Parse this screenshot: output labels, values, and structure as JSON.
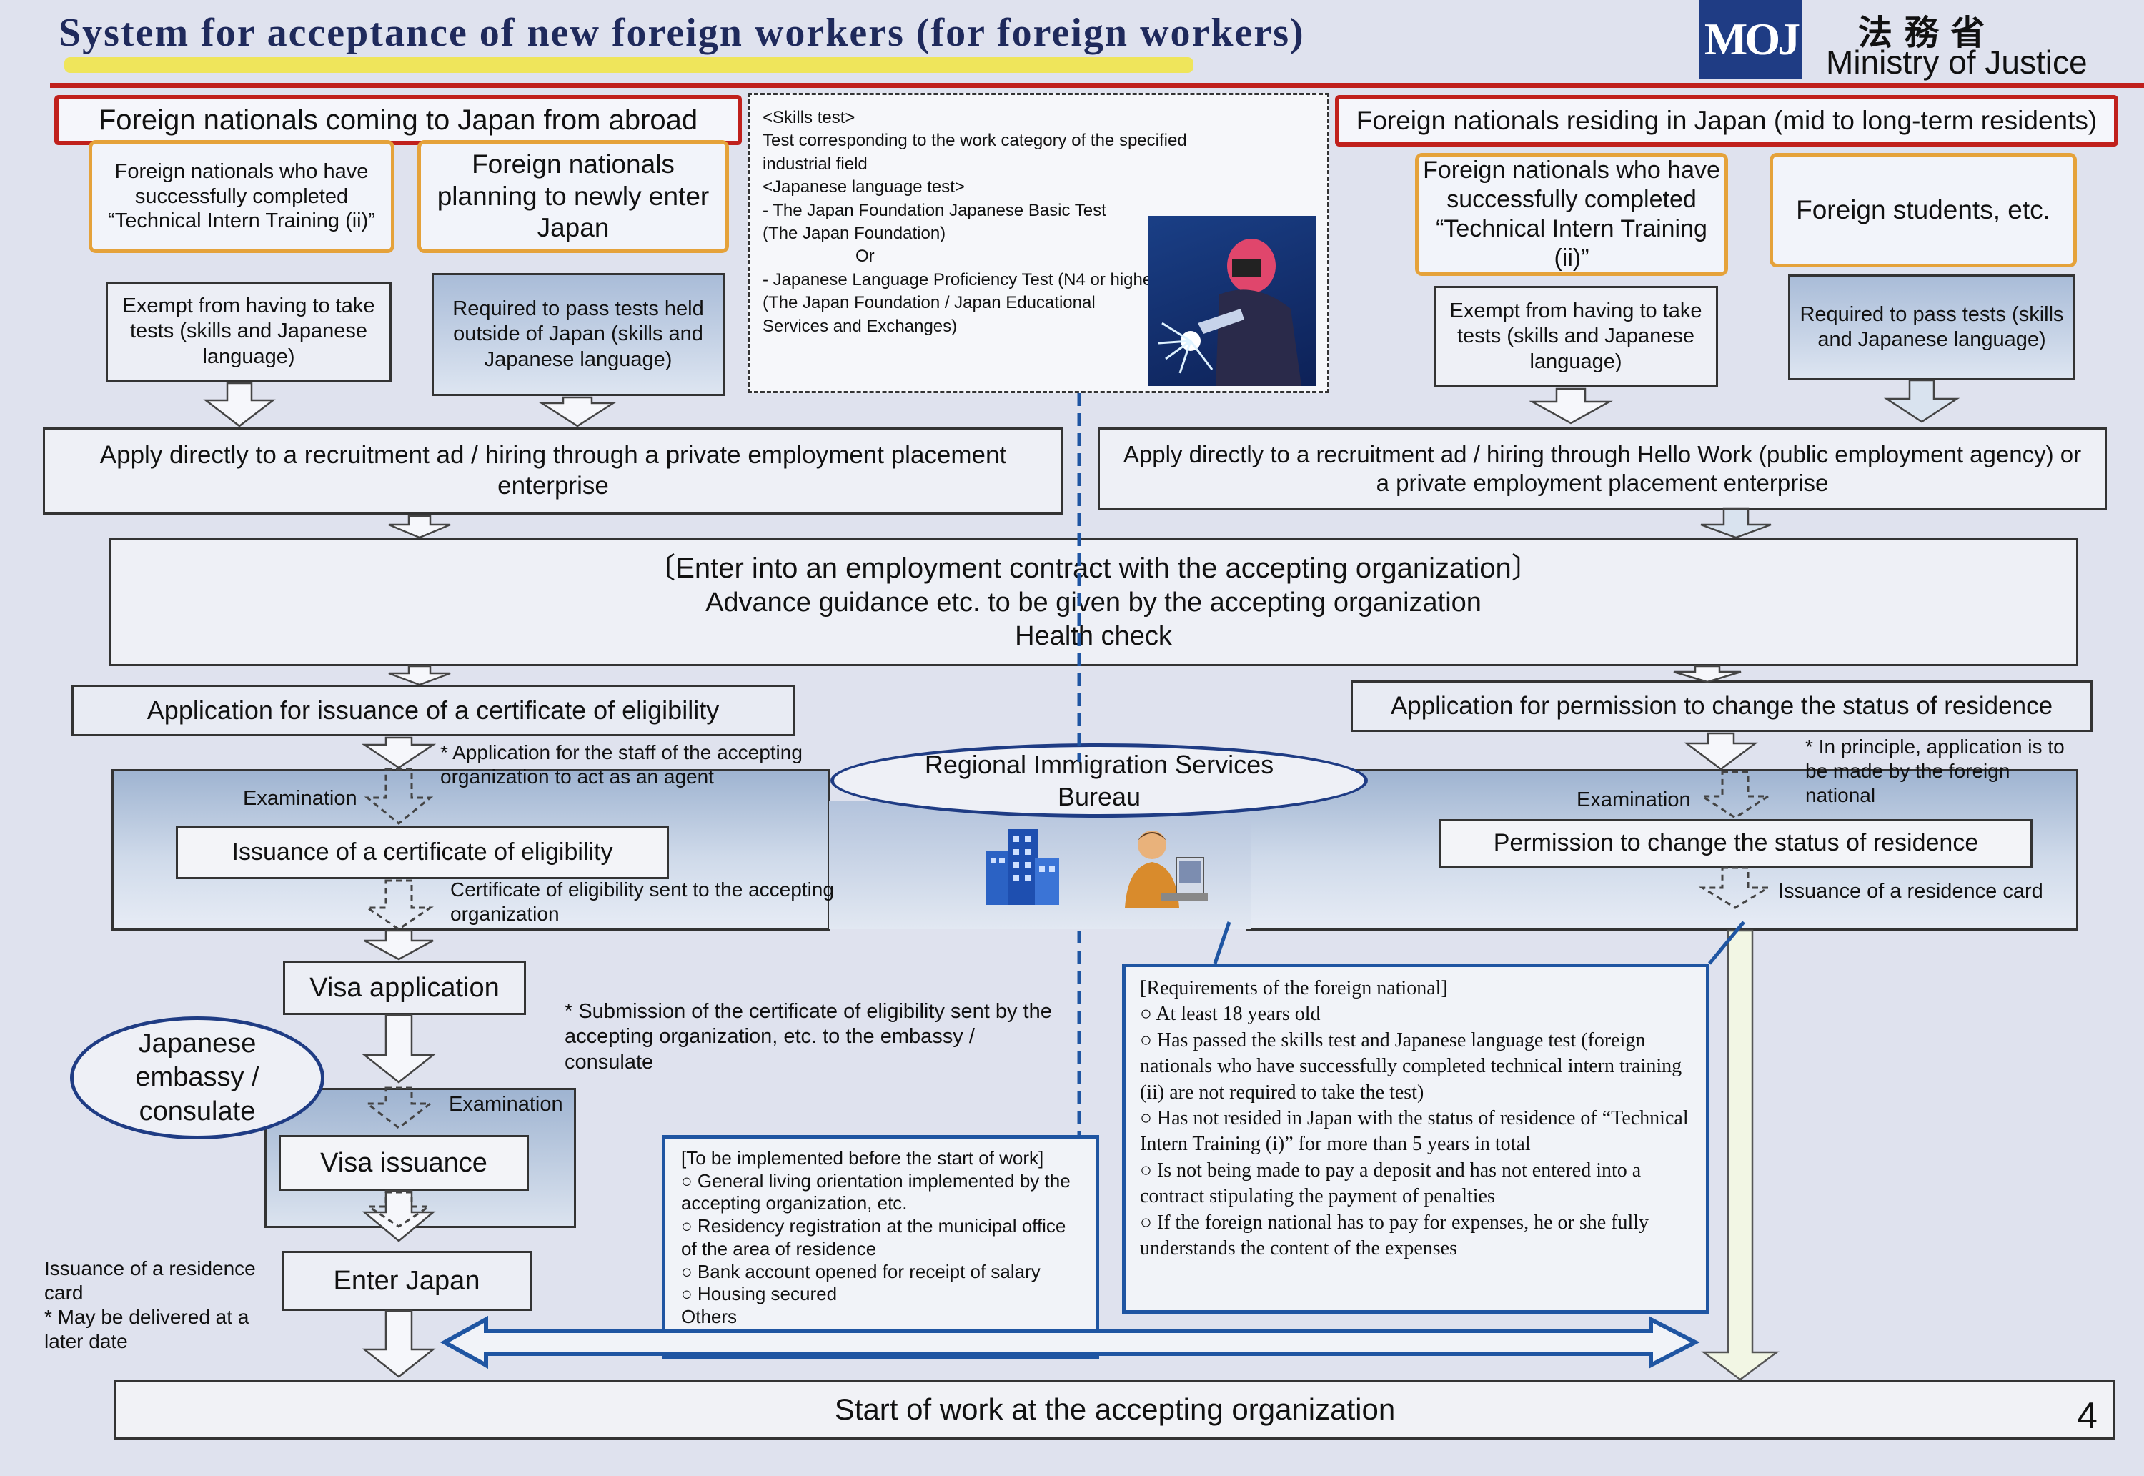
{
  "header": {
    "title": "System for acceptance of new foreign workers (for foreign workers)",
    "logo_text": "MOJ",
    "ministry_jp": "法 務 省",
    "ministry_en": "Ministry of Justice"
  },
  "left_group": {
    "heading": "Foreign nationals coming to Japan from abroad",
    "col1": {
      "label": "Foreign nationals who have successfully completed “Technical Intern Training (ii)”",
      "requirement": "Exempt from having to take tests (skills and Japanese language)"
    },
    "col2": {
      "label": "Foreign nationals planning to newly enter Japan",
      "requirement": "Required to pass tests held outside of Japan (skills and Japanese language)"
    }
  },
  "right_group": {
    "heading": "Foreign nationals residing in Japan (mid to long-term residents)",
    "col1": {
      "label": "Foreign nationals who have successfully completed “Technical Intern Training (ii)”",
      "requirement": "Exempt from having to take tests (skills and Japanese language)"
    },
    "col2": {
      "label": "Foreign students, etc.",
      "requirement": "Required to pass tests (skills and Japanese language)"
    }
  },
  "tests_box": {
    "lines": [
      "<Skills test>",
      "Test corresponding to the work category of the specified industrial field",
      "<Japanese language test>",
      "-      The Japan Foundation Japanese Basic Test",
      "(The Japan Foundation)",
      "Or",
      "-      Japanese Language Proficiency Test (N4 or higher)",
      "(The Japan Foundation / Japan Educational Services and Exchanges)"
    ]
  },
  "flow": {
    "apply_left": "Apply directly to a recruitment ad / hiring through a private employment placement enterprise",
    "apply_right": "Apply directly to a recruitment ad / hiring through Hello Work (public employment agency) or a private employment placement enterprise",
    "contract_line1": "〔Enter into an employment contract with the accepting organization〕",
    "contract_line2": "Advance guidance etc. to be given by the accepting organization",
    "contract_line3": "Health check",
    "coe_application": "Application for issuance of a certificate of eligibility",
    "change_application": "Application for permission to change the status of residence",
    "agent_note": "* Application for the staff of the accepting organization to act as an agent",
    "principle_note": "* In principle, application is to be made by the foreign national",
    "examination_left": "Examination",
    "examination_right": "Examination",
    "bureau": "Regional Immigration Services Bureau",
    "coe_issuance": "Issuance of a certificate of eligibility",
    "coe_sent": "Certificate of eligibility sent to the accepting organization",
    "permission_change": "Permission to change the status of residence",
    "residence_card_right": "Issuance of a residence card",
    "visa_application": "Visa application",
    "submission_note": "* Submission of the certificate of eligibility sent by the accepting organization, etc. to the embassy / consulate",
    "embassy": "Japanese embassy / consulate",
    "examination_embassy": "Examination",
    "visa_issuance": "Visa issuance",
    "enter_japan": "Enter Japan",
    "residence_card_left": "Issuance of a residence card\n* May be delivered at a later date",
    "start_work": "Start of work at the accepting organization",
    "page_number": "4"
  },
  "before_work": {
    "lines": [
      "[To be implemented before the start of work]",
      "○ General living orientation implemented by the accepting organization, etc.",
      "○ Residency registration at the municipal office of the area of residence",
      "○ Bank account opened for receipt of salary",
      "○ Housing secured",
      "Others"
    ]
  },
  "requirements": {
    "lines": [
      "[Requirements of the foreign national]",
      "○ At least 18 years old",
      "○ Has passed the skills test and Japanese language test (foreign nationals who have successfully completed technical intern training (ii) are not required to take the test)",
      "○ Has not resided in Japan with the status of residence of “Technical Intern Training (i)” for more than 5 years in total",
      "○ Is not being made to pay a deposit and has not entered into a contract stipulating the payment of penalties",
      "○ If the foreign national has to pay for expenses, he or she fully understands the content of the expenses"
    ]
  },
  "colors": {
    "red_border": "#c0201c",
    "orange_border": "#e5a23a",
    "blue_panel": "#1f55a2",
    "title_navy": "#1f2a5c",
    "highlight_yellow": "#f1e64a"
  }
}
